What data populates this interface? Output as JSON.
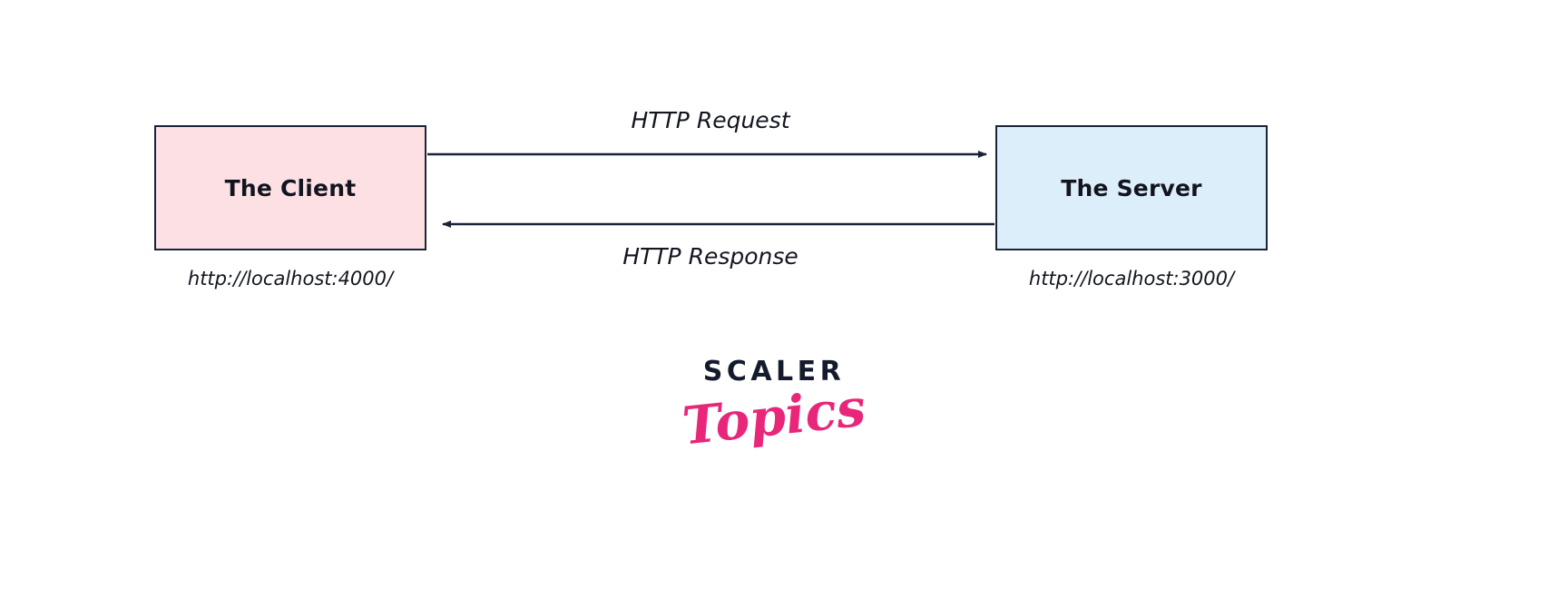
{
  "diagram": {
    "nodes": [
      {
        "id": "client",
        "label": "The Client",
        "caption": "http://localhost:4000/",
        "fill": "#fce0e4",
        "stroke": "#1b2338"
      },
      {
        "id": "server",
        "label": "The Server",
        "caption": "http://localhost:3000/",
        "fill": "#ddeefb",
        "stroke": "#1b2338"
      }
    ],
    "edges": [
      {
        "id": "request",
        "label": "HTTP Request",
        "from": "client",
        "to": "server",
        "direction": "right",
        "color": "#1b2338"
      },
      {
        "id": "response",
        "label": "HTTP Response",
        "from": "server",
        "to": "client",
        "direction": "left",
        "color": "#1b2338"
      }
    ]
  },
  "logo": {
    "wordmark": "SCALER",
    "script": "Topics",
    "wordmark_color": "#141b2d",
    "script_color": "#e8267a"
  }
}
